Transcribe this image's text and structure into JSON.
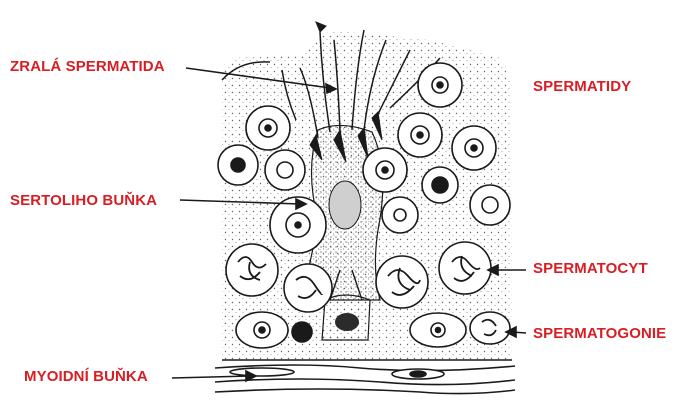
{
  "figure": {
    "labels": {
      "mature_spermatid": "ZRALÁ SPERMATIDA",
      "sertoli_cell": "SERTOLIHO BUŇKA",
      "myoid_cell": "MYOIDNÍ BUŇKA",
      "spermatids": "SPERMATIDY",
      "spermatocyte": "SPERMATOCYT",
      "spermatogonia": "SPERMATOGONIE"
    },
    "label_color": "#d81e24",
    "ink_color": "#1a1a1a"
  }
}
